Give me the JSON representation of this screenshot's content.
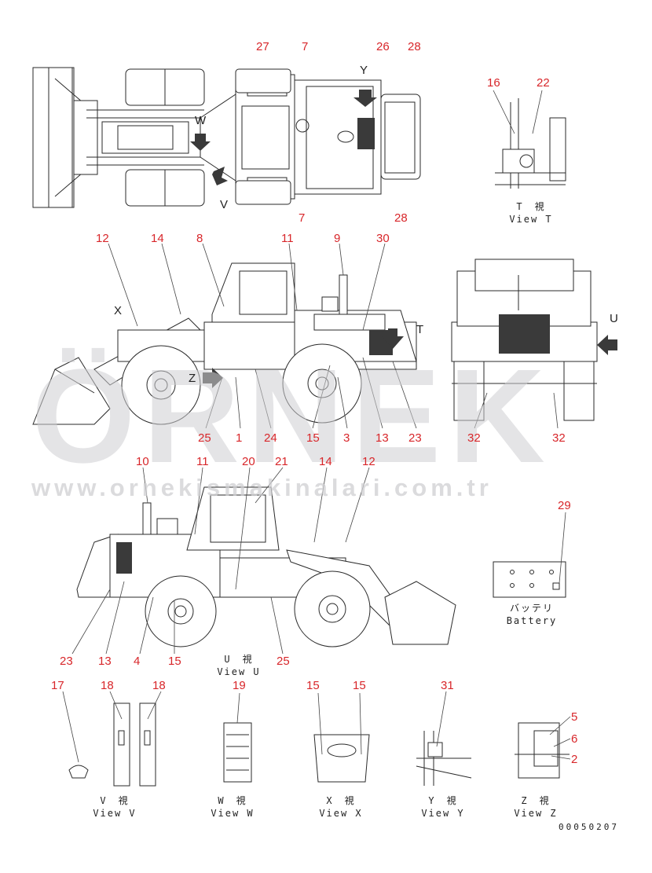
{
  "callouts": {
    "top": [
      "27",
      "7",
      "26",
      "28",
      "7",
      "28",
      "Y",
      "W",
      "V"
    ],
    "viewT": [
      "16",
      "22"
    ],
    "side": [
      "12",
      "14",
      "8",
      "11",
      "9",
      "30",
      "X",
      "T",
      "Z",
      "25",
      "1",
      "24",
      "15",
      "3",
      "13",
      "23"
    ],
    "rear": [
      "U",
      "32",
      "32"
    ],
    "viewU": [
      "20",
      "21",
      "10",
      "11",
      "14",
      "12",
      "23",
      "13",
      "4",
      "15",
      "25"
    ],
    "battery": [
      "29"
    ],
    "detailV": [
      "17",
      "18",
      "18"
    ],
    "detailW": [
      "19"
    ],
    "detailX": [
      "15",
      "15"
    ],
    "detailY": [
      "31"
    ],
    "detailZ": [
      "5",
      "6",
      "2"
    ]
  },
  "captions": {
    "viewT": [
      "T　視",
      "View T"
    ],
    "viewU": [
      "U　視",
      "View U"
    ],
    "battery": [
      "バッテリ",
      "Battery"
    ],
    "viewV": [
      "V　視",
      "View V"
    ],
    "viewW": [
      "W　視",
      "View W"
    ],
    "viewX": [
      "X　視",
      "View X"
    ],
    "viewY": [
      "Y　視",
      "View Y"
    ],
    "viewZ": [
      "Z　視",
      "View Z"
    ]
  },
  "part_number": "00050207",
  "watermark": {
    "brand": "ÖRNEK",
    "url": "www.ornekismakinalari.com.tr"
  },
  "colors": {
    "callout": "#d8262a",
    "line": "#2a2a2a",
    "watermark": "#cfcfd2"
  }
}
